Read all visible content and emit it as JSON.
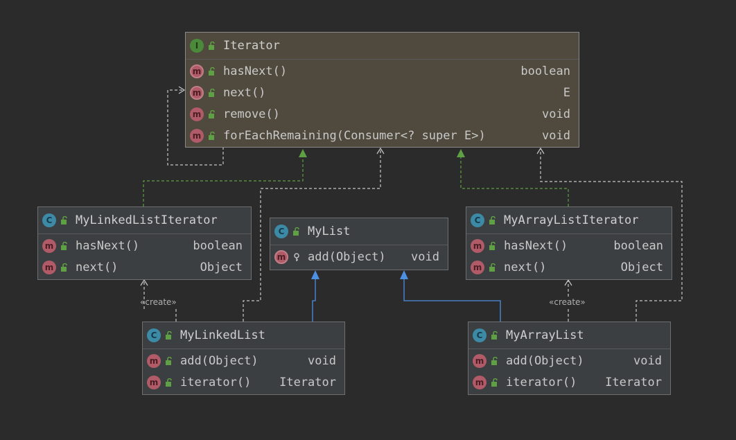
{
  "nodes": {
    "iterator": {
      "kind": "I",
      "name": "Iterator",
      "members": [
        {
          "name": "hasNext()",
          "type": "boolean"
        },
        {
          "name": "next()",
          "type": "E"
        },
        {
          "name": "remove()",
          "type": "void"
        },
        {
          "name": "forEachRemaining(Consumer<? super E>)",
          "type": "void"
        }
      ]
    },
    "myLinkedListIterator": {
      "kind": "C",
      "name": "MyLinkedListIterator",
      "members": [
        {
          "name": "hasNext()",
          "type": "boolean"
        },
        {
          "name": "next()",
          "type": "Object"
        }
      ]
    },
    "myList": {
      "kind": "C",
      "name": "MyList",
      "members": [
        {
          "name": "add(Object)",
          "type": "void"
        }
      ]
    },
    "myArrayListIterator": {
      "kind": "C",
      "name": "MyArrayListIterator",
      "members": [
        {
          "name": "hasNext()",
          "type": "boolean"
        },
        {
          "name": "next()",
          "type": "Object"
        }
      ]
    },
    "myLinkedList": {
      "kind": "C",
      "name": "MyLinkedList",
      "members": [
        {
          "name": "add(Object)",
          "type": "void"
        },
        {
          "name": "iterator()",
          "type": "Iterator"
        }
      ]
    },
    "myArrayList": {
      "kind": "C",
      "name": "MyArrayList",
      "members": [
        {
          "name": "add(Object)",
          "type": "void"
        },
        {
          "name": "iterator()",
          "type": "Iterator"
        }
      ]
    }
  },
  "method_badge": "m",
  "labels": {
    "create_left": "«create»",
    "create_right": "«create»"
  },
  "colors": {
    "background": "#2b2b2b",
    "realization": "#5fa044",
    "generalization": "#4d8fe0",
    "dependency": "#c8c8c8"
  }
}
